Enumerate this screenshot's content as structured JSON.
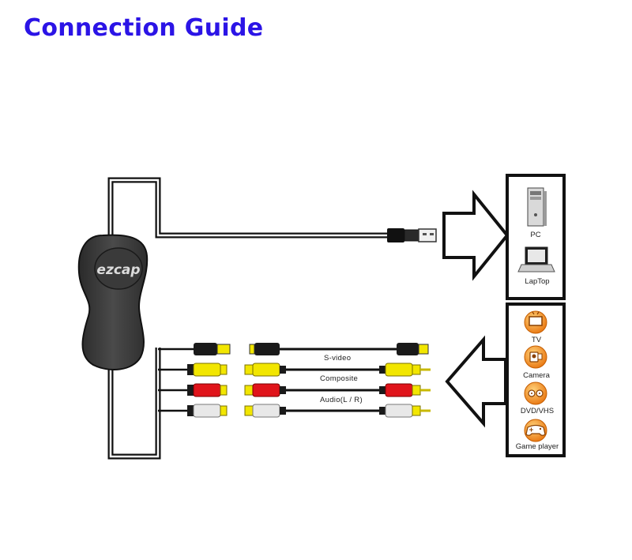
{
  "title": "Connection Guide",
  "device": {
    "logo_text": "ezcap"
  },
  "cables": [
    {
      "label": "S-video"
    },
    {
      "label": "Composite"
    },
    {
      "label": "Audio(L / R)"
    }
  ],
  "computers": [
    {
      "label": "PC",
      "icon": "pc-tower-icon"
    },
    {
      "label": "LapTop",
      "icon": "laptop-icon"
    }
  ],
  "sources": [
    {
      "label": "TV",
      "icon": "tv-icon"
    },
    {
      "label": "Camera",
      "icon": "camera-icon"
    },
    {
      "label": "DVD/VHS",
      "icon": "dvd-vhs-icon"
    },
    {
      "label": "Game player",
      "icon": "game-player-icon"
    }
  ],
  "colors": {
    "title": "#2b14e6",
    "plug_black": "#1a1a1a",
    "plug_yellow": "#f2e600",
    "plug_red": "#e0141b",
    "plug_white": "#e8e8e8",
    "icon_orange": "#f08a1e"
  }
}
